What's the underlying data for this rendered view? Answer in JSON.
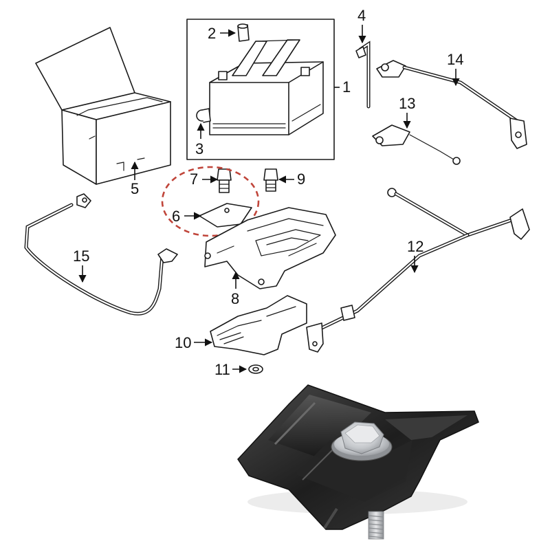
{
  "callouts": [
    {
      "id": "1",
      "text": "1"
    },
    {
      "id": "2",
      "text": "2"
    },
    {
      "id": "3",
      "text": "3"
    },
    {
      "id": "4",
      "text": "4"
    },
    {
      "id": "5",
      "text": "5"
    },
    {
      "id": "6",
      "text": "6"
    },
    {
      "id": "7",
      "text": "7"
    },
    {
      "id": "8",
      "text": "8"
    },
    {
      "id": "9",
      "text": "9"
    },
    {
      "id": "10",
      "text": "10"
    },
    {
      "id": "11",
      "text": "11"
    },
    {
      "id": "12",
      "text": "12"
    },
    {
      "id": "13",
      "text": "13"
    },
    {
      "id": "14",
      "text": "14"
    },
    {
      "id": "15",
      "text": "15"
    }
  ],
  "highlight": {
    "target": "6",
    "color": "#c0453a"
  },
  "colors": {
    "line": "#1a1a1a",
    "photo_metal": "#2b2b2b",
    "bolt": "#c9ccd0"
  }
}
